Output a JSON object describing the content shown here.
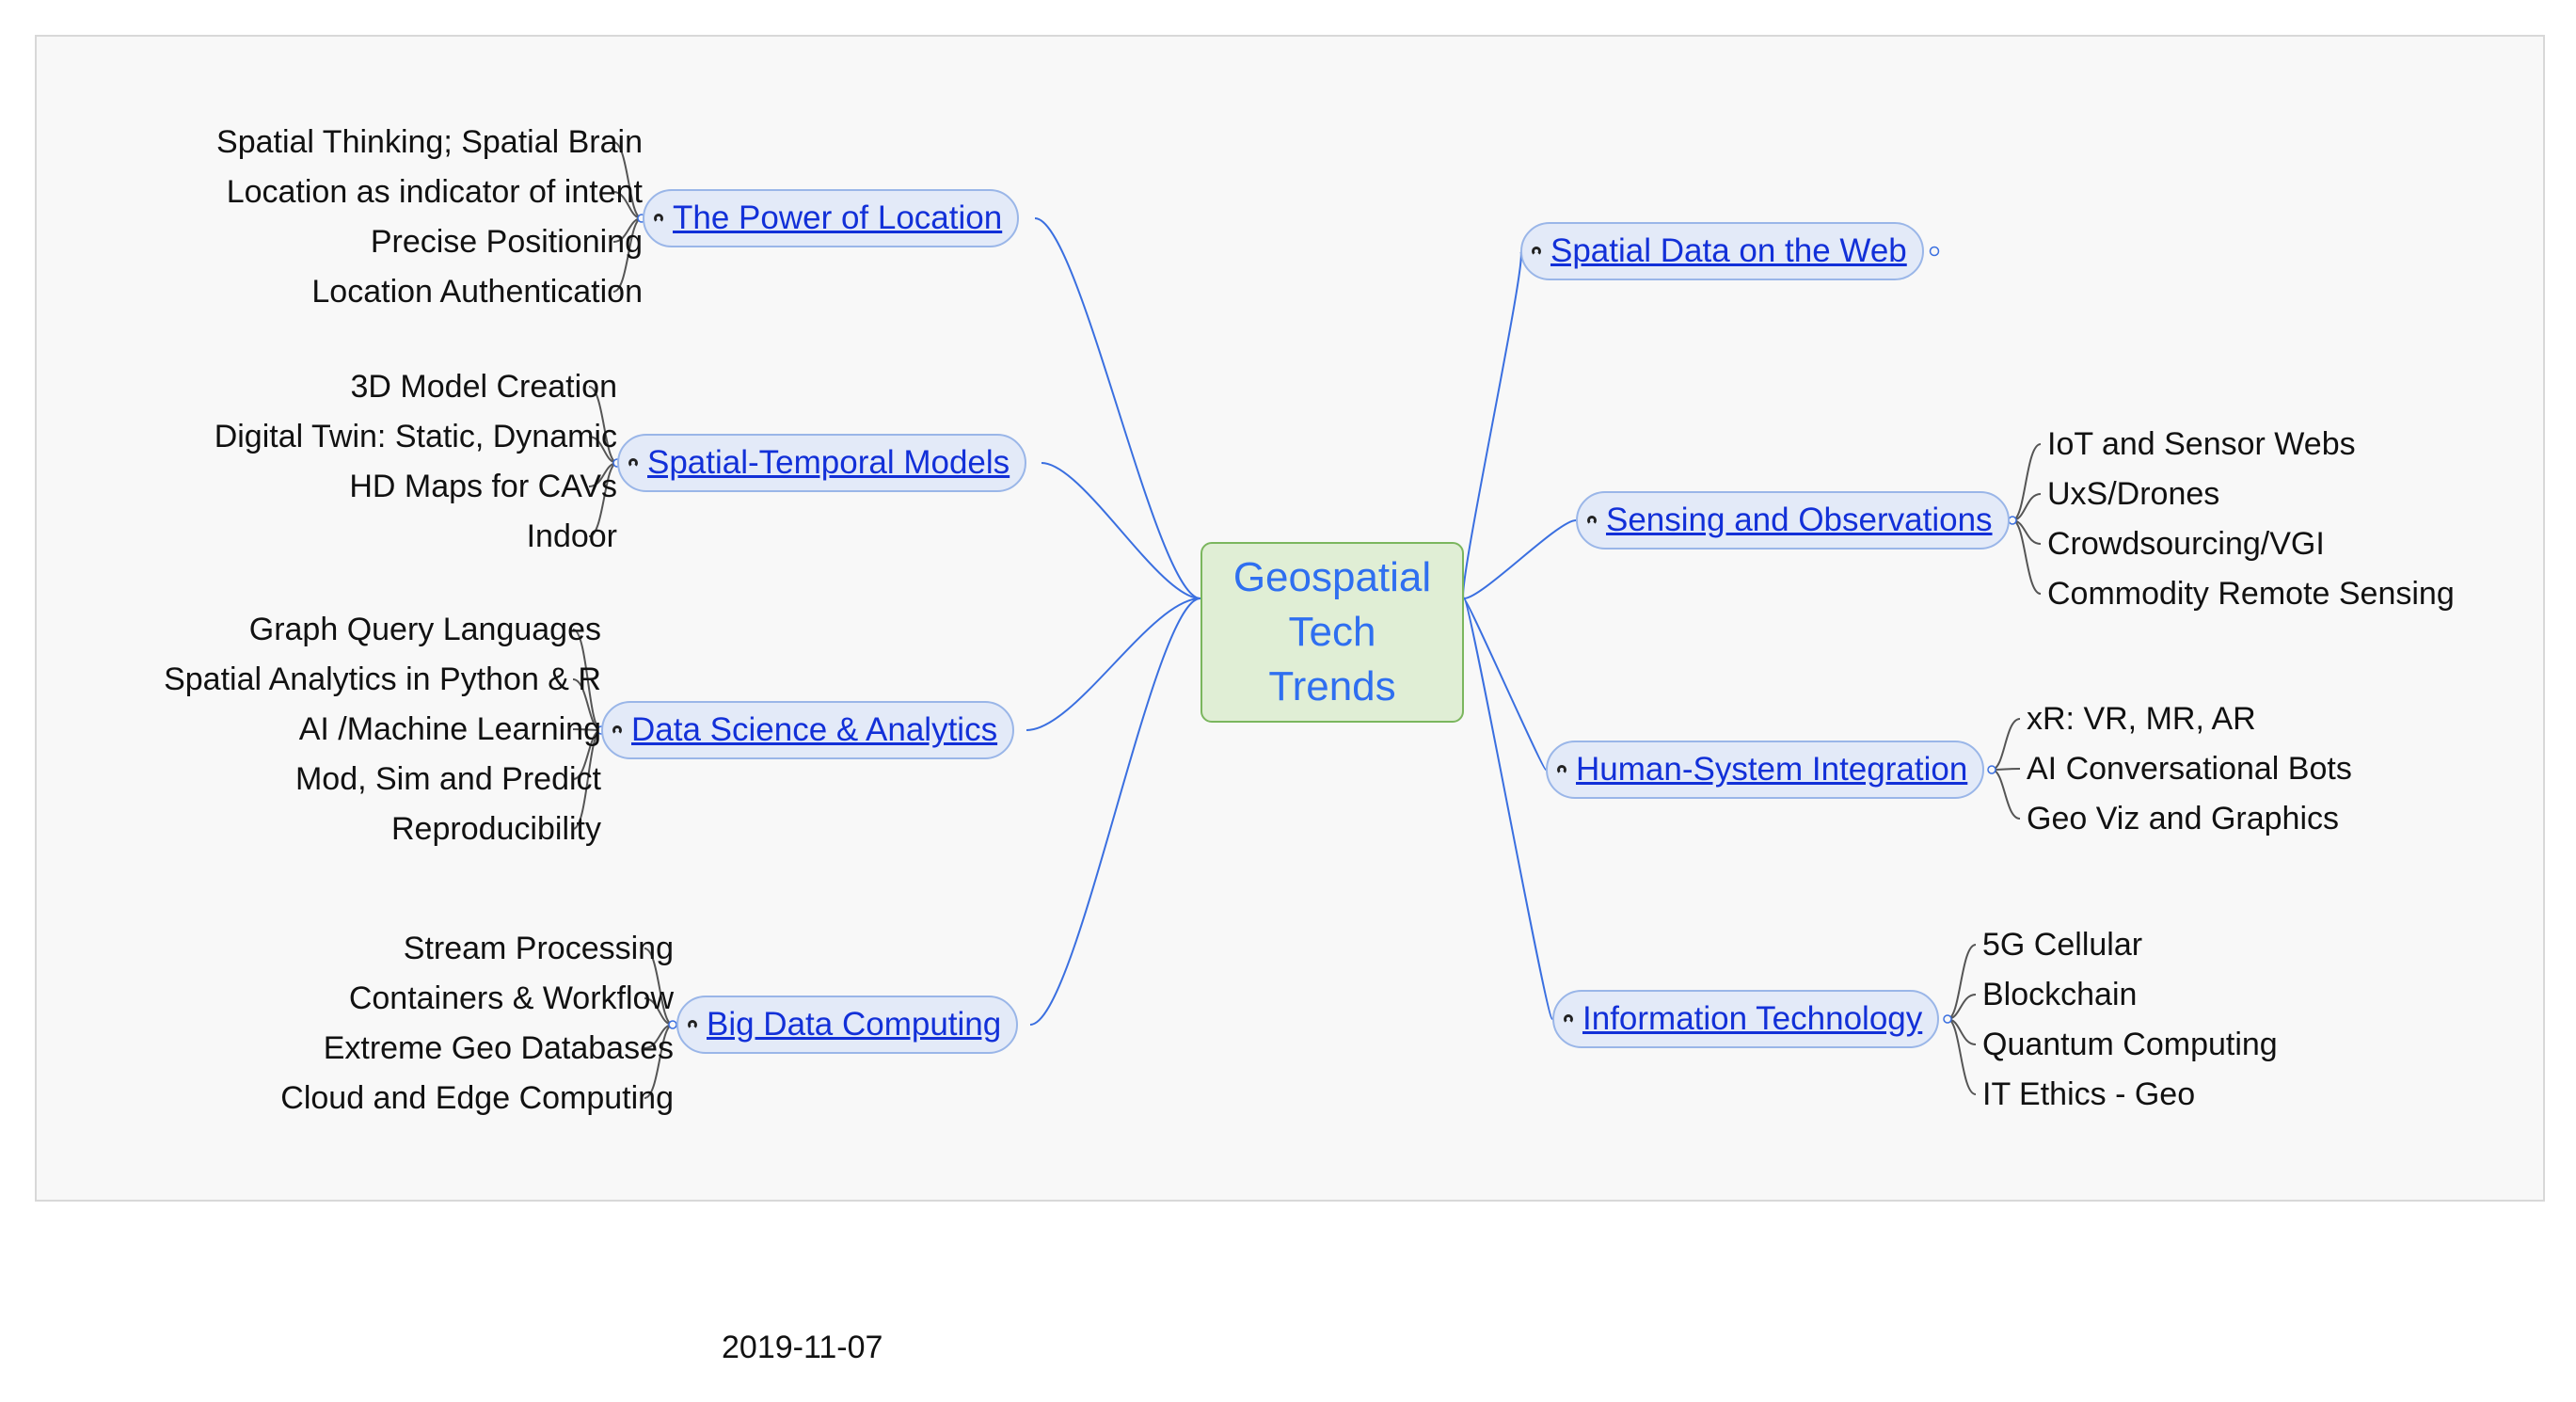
{
  "center": {
    "lines": [
      "Geospatial",
      "Tech",
      "Trends"
    ]
  },
  "topics": [
    {
      "label": "The Power of Location",
      "children": [
        "Spatial Thinking; Spatial Brain",
        "Location as indicator of intent",
        "Precise Positioning",
        "Location Authentication"
      ]
    },
    {
      "label": "Spatial-Temporal Models",
      "children": [
        "3D Model Creation",
        "Digital Twin: Static, Dynamic",
        "HD Maps for CAVs",
        "Indoor"
      ]
    },
    {
      "label": "Data Science & Analytics",
      "children": [
        "Graph Query Languages",
        "Spatial Analytics in Python & R",
        "AI /Machine Learning",
        "Mod, Sim and Predict",
        "Reproducibility"
      ]
    },
    {
      "label": "Big Data Computing",
      "children": [
        "Stream Processing",
        "Containers & Workflow",
        "Extreme Geo Databases",
        "Cloud and Edge Computing"
      ]
    },
    {
      "label": "Spatial Data on the Web",
      "children": []
    },
    {
      "label": "Sensing and Observations",
      "children": [
        "IoT and Sensor Webs",
        "UxS/Drones",
        "Crowdsourcing/VGI",
        "Commodity Remote Sensing"
      ]
    },
    {
      "label": "Human-System Integration",
      "children": [
        "xR: VR, MR, AR",
        "AI Conversational Bots",
        "Geo Viz and Graphics"
      ]
    },
    {
      "label": "Information Technology",
      "children": [
        "5G Cellular",
        "Blockchain",
        "Quantum Computing",
        "IT Ethics - Geo"
      ]
    }
  ],
  "footer": {
    "date": "2019-11-07"
  },
  "colors": {
    "connector": "#3a6fe0",
    "bracket": "#555555",
    "center_fill": "#e0eed5",
    "center_text": "#2f6ff0",
    "topic_fill": "#e3eaf8",
    "topic_text": "#1230d8"
  }
}
